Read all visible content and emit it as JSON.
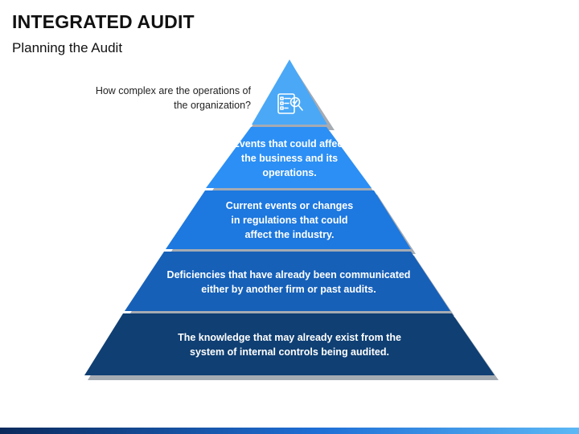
{
  "header": {
    "title": "INTEGRATED AUDIT",
    "subtitle": "Planning the Audit"
  },
  "pyramid": {
    "apex_label": "How complex are the operations of the organization?",
    "apex_icon": "checklist-magnifier-icon",
    "tiers": [
      {
        "text": "Events that could affect the business and its operations.",
        "color": "#2b8ff5"
      },
      {
        "text": "Current events or changes in regulations that could affect the industry.",
        "color": "#1d78df"
      },
      {
        "text": "Deficiencies that have already been communicated either by another firm or past audits.",
        "color": "#1660b8"
      },
      {
        "text": "The knowledge that may already exist from the system of internal controls being audited.",
        "color": "#0f3f73"
      }
    ],
    "apex_color": "#4aa8f7",
    "shadow_color": "#5b6675"
  },
  "footer": {
    "accent": "#1f6fd6"
  }
}
